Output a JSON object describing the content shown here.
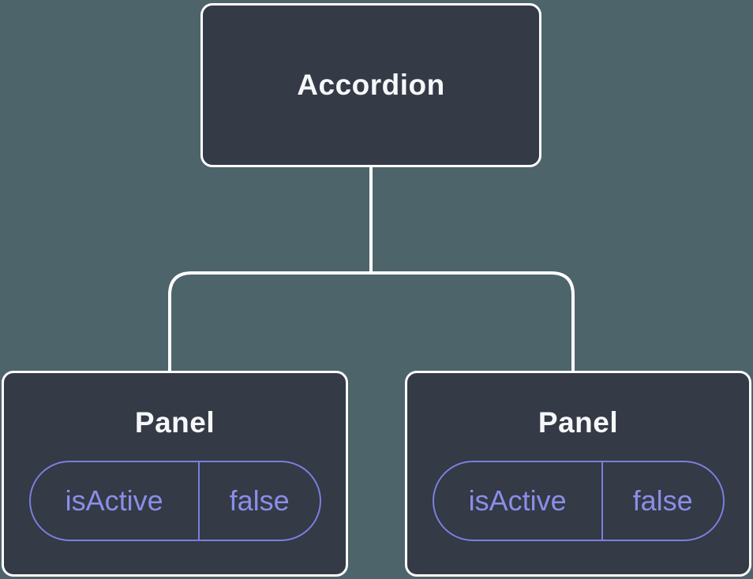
{
  "diagram": {
    "root": {
      "label": "Accordion"
    },
    "children": [
      {
        "label": "Panel",
        "state": {
          "key": "isActive",
          "value": "false"
        }
      },
      {
        "label": "Panel",
        "state": {
          "key": "isActive",
          "value": "false"
        }
      }
    ]
  },
  "colors": {
    "background": "#4e646b",
    "node_fill": "#343a46",
    "node_border": "#ffffff",
    "node_text": "#f6f7f9",
    "state_border": "#7a7fdd",
    "state_text": "#8a8ee8",
    "connector": "#ffffff"
  }
}
